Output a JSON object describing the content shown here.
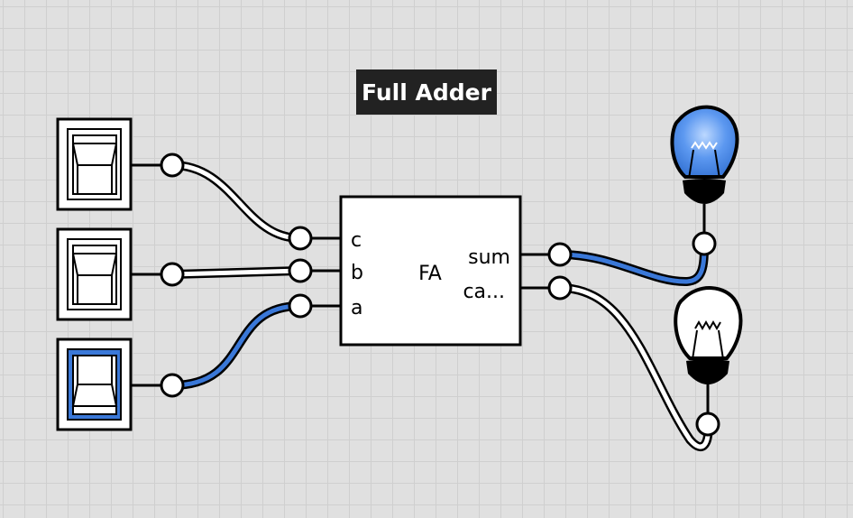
{
  "title": "Full Adder",
  "component": {
    "label": "FA",
    "inputs": [
      "c",
      "b",
      "a"
    ],
    "outputs": [
      "sum",
      "ca..."
    ]
  },
  "switches": [
    {
      "id": "switch-c",
      "on": false
    },
    {
      "id": "switch-b",
      "on": false
    },
    {
      "id": "switch-a",
      "on": true
    }
  ],
  "lights": [
    {
      "id": "light-sum",
      "on": true
    },
    {
      "id": "light-carry",
      "on": false
    }
  ],
  "colors": {
    "active": "#3a78d8",
    "inactive": "#ffffff",
    "outline": "#000000",
    "background": "#e0e0e0"
  }
}
